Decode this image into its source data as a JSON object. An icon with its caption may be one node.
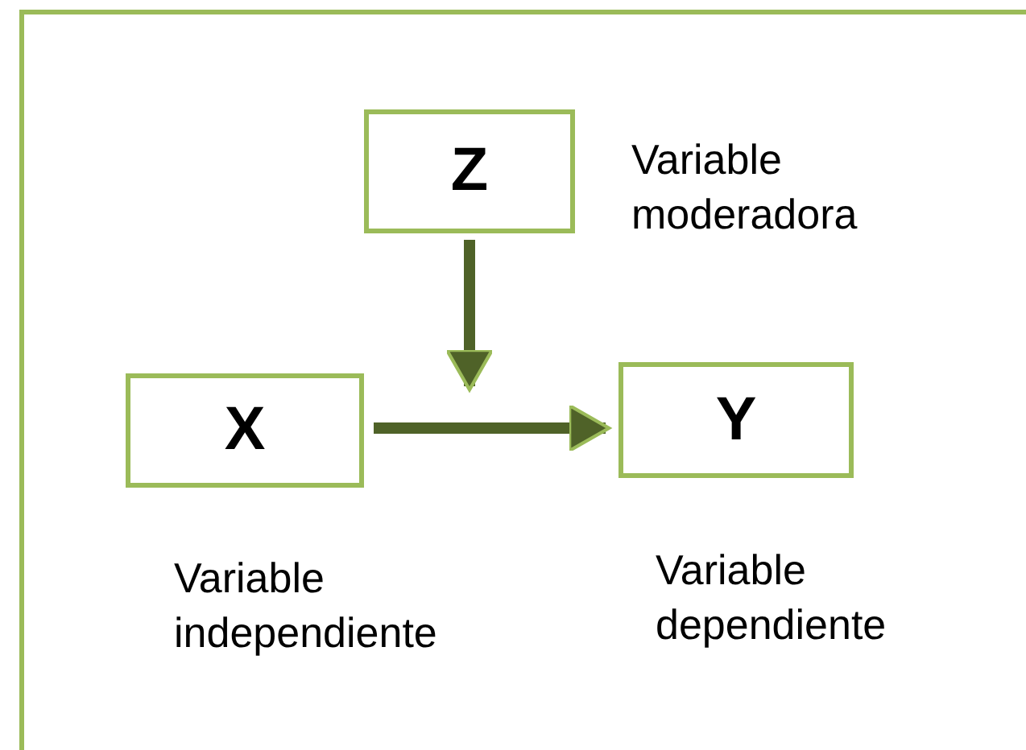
{
  "diagram": {
    "nodes": [
      {
        "text": [
          "Z"
        ],
        "beside": [
          "Variable moderadora"
        ]
      },
      {
        "text": [
          "X"
        ],
        "beside": [
          "Variable independiente"
        ]
      },
      {
        "text": [
          "Y"
        ],
        "beside": [
          "Variable dependiente"
        ]
      }
    ],
    "edges": [
      {
        "from": 1,
        "to": 2,
        "arrow": "to"
      },
      {
        "from": 0,
        "to": null,
        "arrow": "to"
      }
    ]
  }
}
